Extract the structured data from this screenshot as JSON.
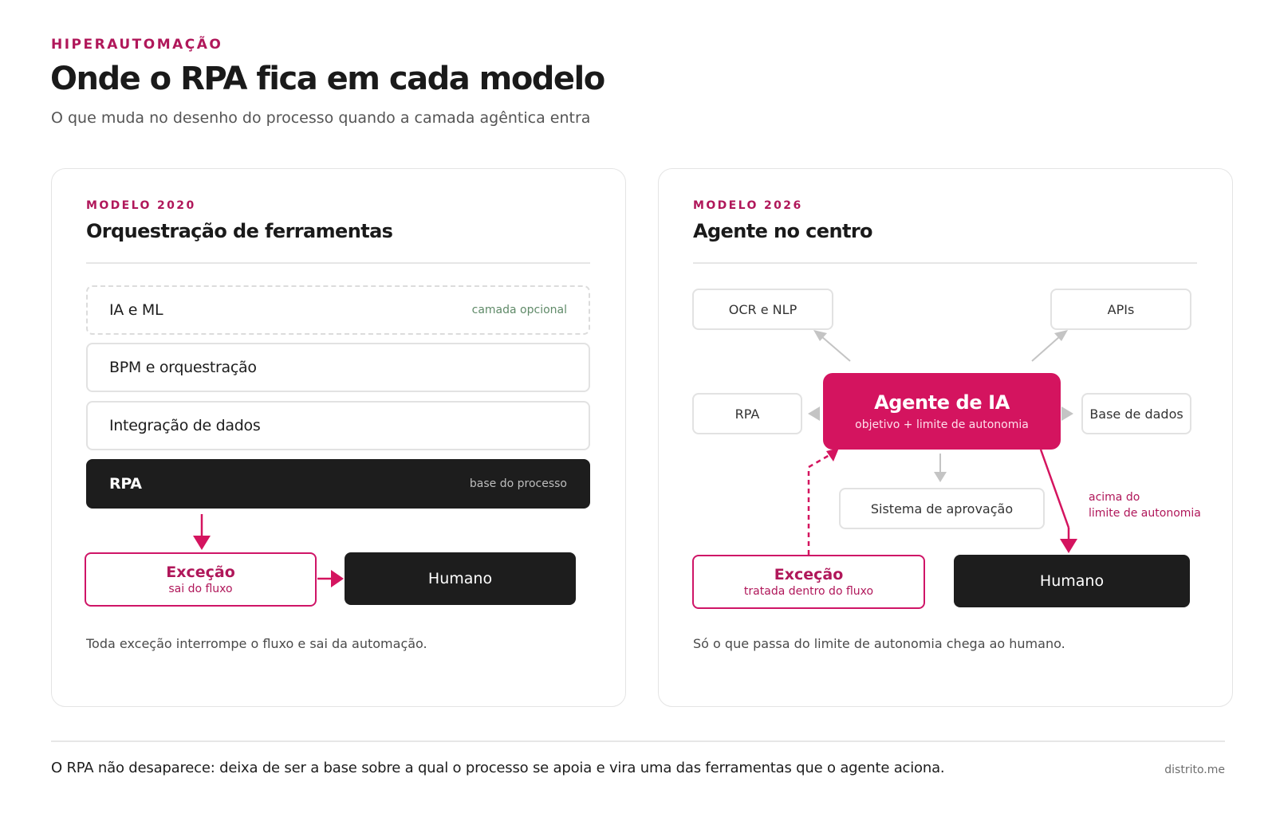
{
  "header": {
    "eyebrow": "HIPERAUTOMAÇÃO",
    "title": "Onde o RPA fica em cada modelo",
    "subtitle": "O que muda no desenho do processo quando a camada agêntica entra"
  },
  "left": {
    "eyebrow": "MODELO 2020",
    "title": "Orquestração de ferramentas",
    "layers": [
      {
        "label": "IA e ML",
        "note": "camada opcional"
      },
      {
        "label": "BPM e orquestração",
        "note": ""
      },
      {
        "label": "Integração de dados",
        "note": ""
      },
      {
        "label": "RPA",
        "note": "base do processo"
      }
    ],
    "exception": {
      "title": "Exceção",
      "sub": "sai do fluxo"
    },
    "human": "Humano",
    "caption": "Toda exceção interrompe o fluxo e sai da automação."
  },
  "right": {
    "eyebrow": "MODELO 2026",
    "title": "Agente no centro",
    "agent": {
      "title": "Agente de IA",
      "sub": "objetivo + limite de autonomia"
    },
    "tools": {
      "ocr": "OCR e NLP",
      "apis": "APIs",
      "rpa": "RPA",
      "db": "Base de dados",
      "approval": "Sistema de aprovação"
    },
    "exception": {
      "title": "Exceção",
      "sub": "tratada dentro do fluxo"
    },
    "human": "Humano",
    "side_note": [
      "acima do",
      "limite de autonomia"
    ],
    "caption": "Só o que passa do limite de autonomia chega ao humano."
  },
  "footer": {
    "text": "O RPA não desaparece: deixa de ser a base sobre a qual o processo se apoia e vira uma das ferramentas que o agente aciona.",
    "brand": "distrito.me"
  },
  "colors": {
    "accent": "#d4145f",
    "dark": "#1d1d1d",
    "gray_arrow": "#c4c4c4"
  }
}
